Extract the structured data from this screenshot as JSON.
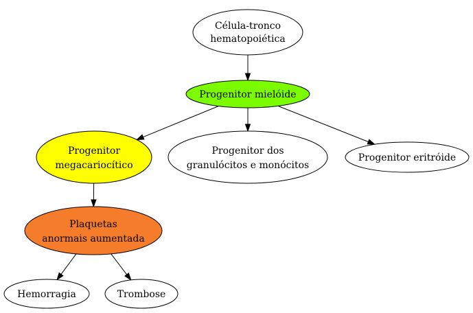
{
  "nodes": {
    "hsc": {
      "lines": [
        "Célula-tronco",
        "hematopoiética"
      ],
      "fill": "#ffffff"
    },
    "myeloid": {
      "lines": [
        "Progenitor mielóide"
      ],
      "fill": "#7cfc00"
    },
    "megakaryocytic": {
      "lines": [
        "Progenitor",
        "megacariocítico"
      ],
      "fill": "#ffff00"
    },
    "granulocyte_monocyte": {
      "lines": [
        "Progenitor dos",
        "granulócitos e monócitos"
      ],
      "fill": "#ffffff"
    },
    "erythroid": {
      "lines": [
        "Progenitor eritróide"
      ],
      "fill": "#ffffff"
    },
    "platelets": {
      "lines": [
        "Plaquetas",
        "anormais aumentada"
      ],
      "fill": "#f47c2b"
    },
    "hemorrhage": {
      "lines": [
        "Hemorragia"
      ],
      "fill": "#ffffff"
    },
    "thrombosis": {
      "lines": [
        "Trombose"
      ],
      "fill": "#ffffff"
    }
  },
  "edges": [
    [
      "hsc",
      "myeloid"
    ],
    [
      "myeloid",
      "megakaryocytic"
    ],
    [
      "myeloid",
      "granulocyte_monocyte"
    ],
    [
      "myeloid",
      "erythroid"
    ],
    [
      "megakaryocytic",
      "platelets"
    ],
    [
      "platelets",
      "hemorrhage"
    ],
    [
      "platelets",
      "thrombosis"
    ]
  ]
}
